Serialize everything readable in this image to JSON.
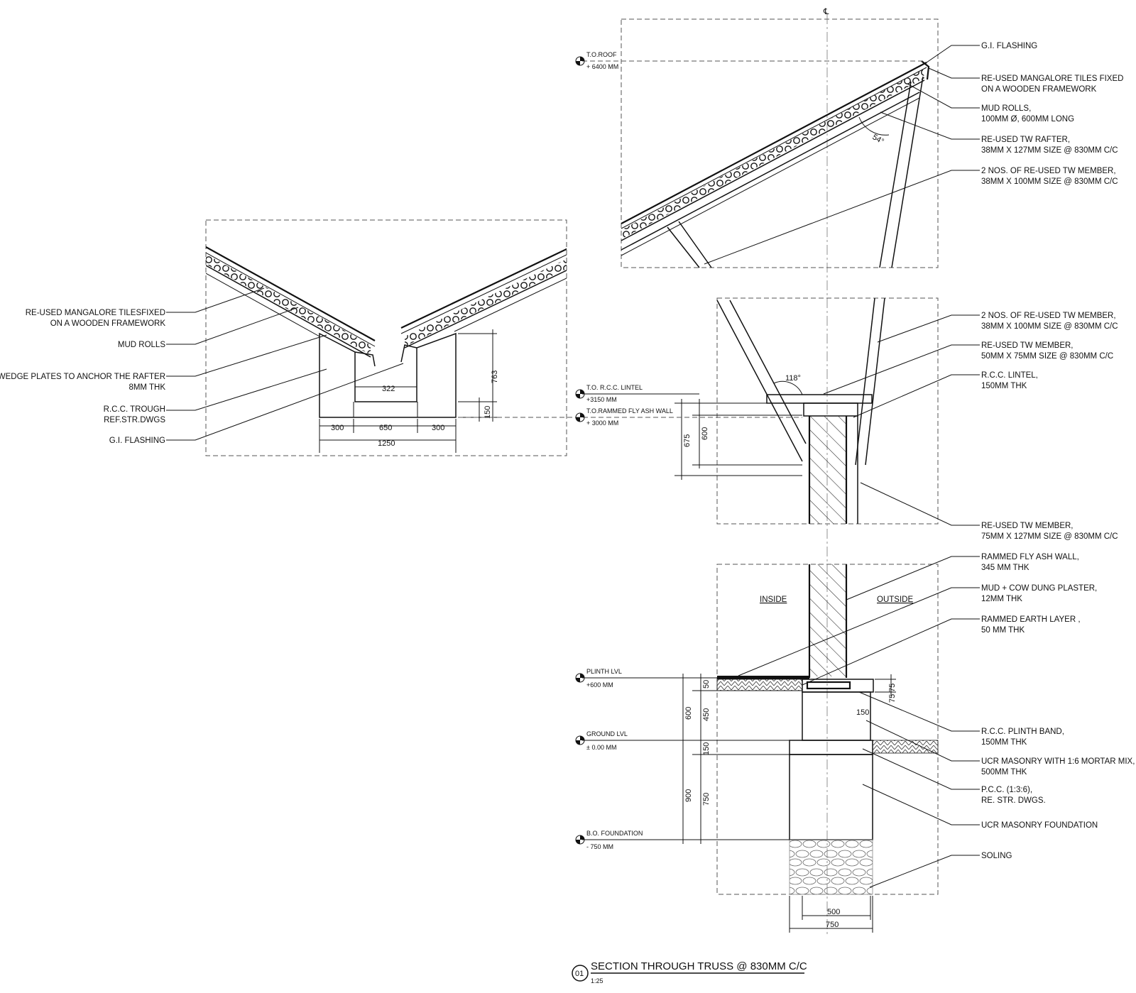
{
  "trough_labels": [
    [
      "RE-USED MANGALORE TILESFIXED",
      "ON A WOODEN FRAMEWORK"
    ],
    [
      "MUD ROLLS"
    ],
    [
      "WEDGE PLATES TO ANCHOR THE RAFTER",
      "8MM THK"
    ],
    [
      "R.C.C. TROUGH",
      "REF.STR.DWGS"
    ],
    [
      "G.I. FLASHING"
    ]
  ],
  "trough_dims": {
    "d322": "322",
    "d763": "763",
    "d150": "150",
    "d300a": "300",
    "d650": "650",
    "d300b": "300",
    "d1250": "1250"
  },
  "levels": [
    {
      "name": "T.O.ROOF",
      "value": "+ 6400 MM"
    },
    {
      "name": "T.O. R.C.C. LINTEL",
      "value": "+3150 MM"
    },
    {
      "name": "T.O.RAMMED FLY ASH WALL",
      "value": "+ 3000 MM"
    },
    {
      "name": "PLINTH LVL",
      "value": "+600 MM"
    },
    {
      "name": "GROUND LVL",
      "value": "± 0.00 MM"
    },
    {
      "name": "B.O. FOUNDATION",
      "value": "- 750 MM"
    }
  ],
  "right_labels": [
    [
      "G.I. FLASHING"
    ],
    [
      "RE-USED MANGALORE TILES FIXED",
      " ON A WOODEN FRAMEWORK"
    ],
    [
      "MUD ROLLS,",
      "100MM Ø, 600MM LONG"
    ],
    [
      "RE-USED TW RAFTER,",
      "38MM X 127MM SIZE @ 830MM C/C"
    ],
    [
      "2 NOS. OF RE-USED TW MEMBER,",
      "38MM X 100MM SIZE @ 830MM C/C"
    ],
    [
      "2 NOS. OF RE-USED TW MEMBER,",
      "38MM X 100MM SIZE @ 830MM C/C"
    ],
    [
      "RE-USED TW MEMBER,",
      "50MM X 75MM SIZE @ 830MM C/C"
    ],
    [
      "R.C.C. LINTEL,",
      "150MM THK"
    ],
    [
      "RE-USED TW MEMBER,",
      "75MM X 127MM SIZE @ 830MM C/C"
    ],
    [
      "RAMMED FLY ASH WALL,",
      "345 MM THK"
    ],
    [
      "MUD + COW DUNG PLASTER,",
      "12MM THK"
    ],
    [
      "RAMMED EARTH LAYER ,",
      "50 MM THK"
    ],
    [
      "R.C.C. PLINTH BAND,",
      "150MM THK"
    ],
    [
      "UCR MASONRY WITH 1:6 MORTAR MIX,",
      "500MM THK"
    ],
    [
      "P.C.C. (1:3:6),",
      "RE. STR. DWGS."
    ],
    [
      "UCR MASONRY FOUNDATION"
    ],
    [
      "SOLING"
    ]
  ],
  "angles": {
    "roof": "54°",
    "lintel": "118°"
  },
  "section_dims": {
    "d675": "675",
    "d600w": "600",
    "d50": "50",
    "d75": "75",
    "d75b": "75",
    "d150pb": "150",
    "d600p": "600",
    "d450": "450",
    "d150g": "150",
    "d900": "900",
    "d750f": "750",
    "d500": "500",
    "d750w": "750"
  },
  "zones": {
    "inside": "INSIDE",
    "outside": "OUTSIDE"
  },
  "centerline": "℄",
  "title": {
    "number": "01",
    "text": "SECTION THROUGH TRUSS @ 830MM C/C",
    "scale": "1:25"
  }
}
